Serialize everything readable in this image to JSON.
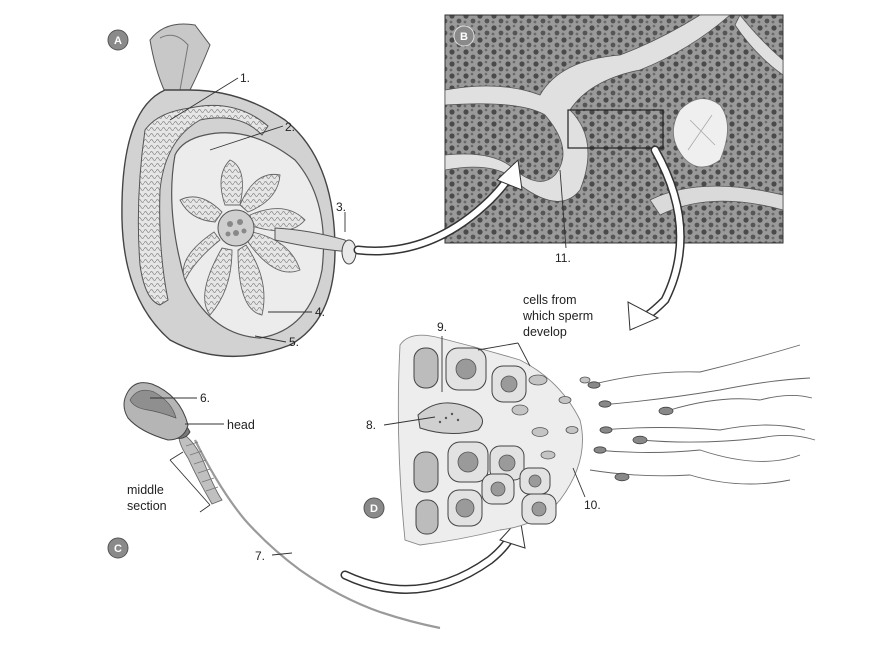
{
  "panels": {
    "a": "A",
    "b": "B",
    "c": "C",
    "d": "D"
  },
  "labels": {
    "l1": "1.",
    "l2": "2.",
    "l3": "3.",
    "l4": "4.",
    "l5": "5.",
    "l6": "6.",
    "l7": "7.",
    "l8": "8.",
    "l9": "9.",
    "l10": "10.",
    "l11": "11.",
    "head": "head",
    "middle_line1": "middle",
    "middle_line2": "section",
    "cells_line1": "cells from",
    "cells_line2": "which sperm",
    "cells_line3": "develop"
  },
  "colors": {
    "badge": "#8a8a8a",
    "tissue_dark": "#5a5a5a",
    "tissue_light": "#d8d8d8"
  }
}
